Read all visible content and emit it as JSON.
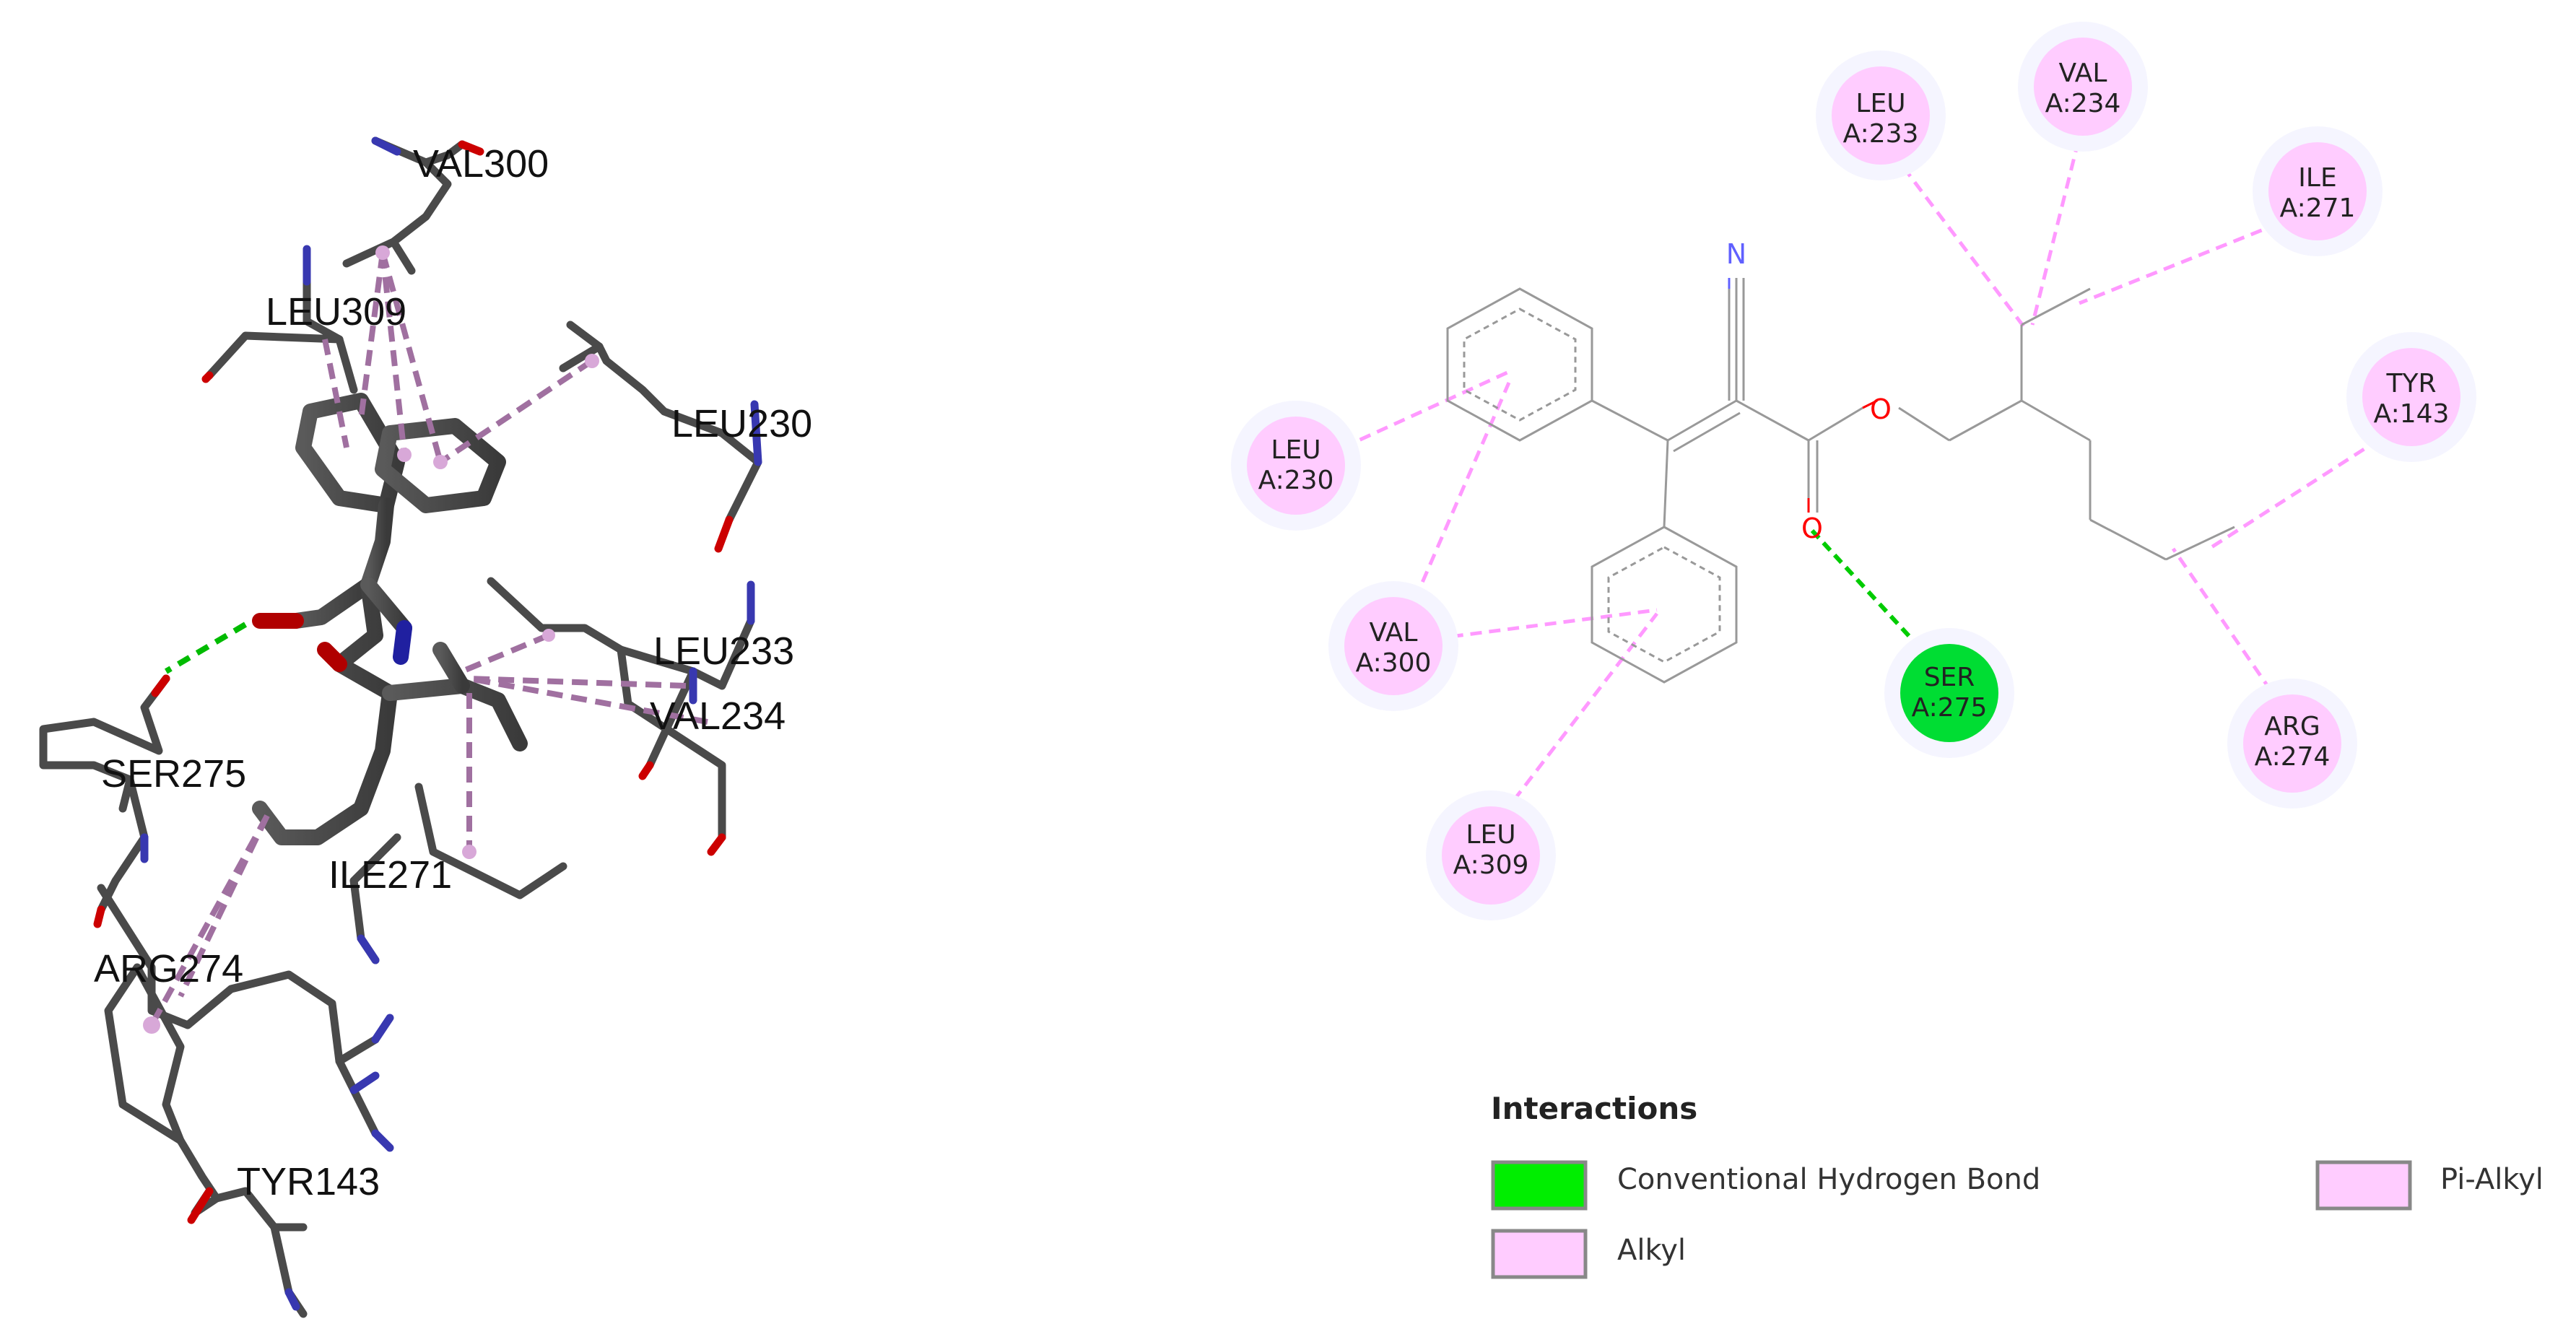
{
  "panel_3d": {
    "labels": {
      "val300": "VAL300",
      "leu309": "LEU309",
      "leu230": "LEU230",
      "leu233": "LEU233",
      "val234": "VAL234",
      "ser275": "SER275",
      "ile271": "ILE271",
      "arg274": "ARG274",
      "tyr143": "TYR143"
    }
  },
  "panel_2d": {
    "residues": {
      "leu233": {
        "name": "LEU",
        "id": "A:233",
        "type": "alkyl"
      },
      "val234": {
        "name": "VAL",
        "id": "A:234",
        "type": "alkyl"
      },
      "ile271": {
        "name": "ILE",
        "id": "A:271",
        "type": "alkyl"
      },
      "tyr143": {
        "name": "TYR",
        "id": "A:143",
        "type": "alkyl"
      },
      "arg274": {
        "name": "ARG",
        "id": "A:274",
        "type": "alkyl"
      },
      "leu230": {
        "name": "LEU",
        "id": "A:230",
        "type": "pi-alkyl"
      },
      "val300": {
        "name": "VAL",
        "id": "A:300",
        "type": "pi-alkyl"
      },
      "leu309": {
        "name": "LEU",
        "id": "A:309",
        "type": "pi-alkyl"
      },
      "ser275": {
        "name": "SER",
        "id": "A:275",
        "type": "hbond"
      }
    },
    "atoms": {
      "n": "N",
      "o_ester": "O",
      "o_carbonyl": "O"
    },
    "colors": {
      "hbond": "#00e000",
      "hbond_line": "#00cc00",
      "alkyl": "#ffccff",
      "pi_alkyl": "#ffccff",
      "alkyl_line": "#ff99ff",
      "nitrogen": "#6060ff",
      "oxygen": "#ff0000"
    }
  },
  "legend": {
    "title": "Interactions",
    "items": {
      "hbond": "Conventional Hydrogen Bond",
      "alkyl": "Alkyl",
      "pi_alkyl": "Pi-Alkyl"
    }
  }
}
